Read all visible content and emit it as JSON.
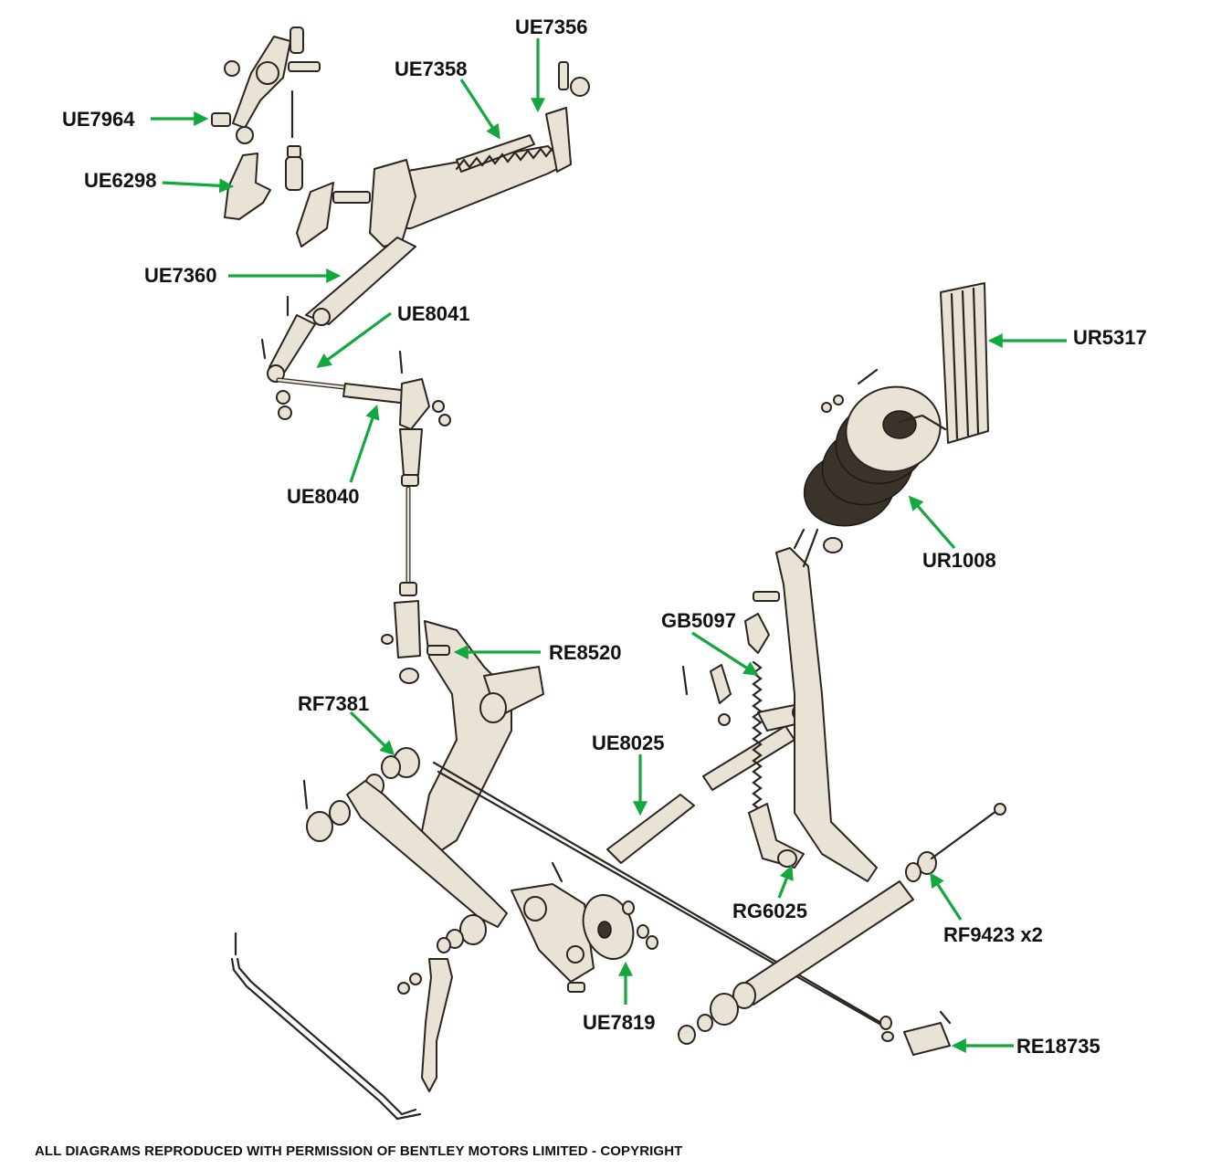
{
  "labels": {
    "ue7964": "UE7964",
    "ue6298": "UE6298",
    "ue7358": "UE7358",
    "ue7356": "UE7356",
    "ue7360": "UE7360",
    "ue8041": "UE8041",
    "ue8040": "UE8040",
    "re8520": "RE8520",
    "rf7381": "RF7381",
    "ue8025": "UE8025",
    "ue7819": "UE7819",
    "gb5097": "GB5097",
    "rg6025": "RG6025",
    "rf9423": "RF9423 x2",
    "re18735": "RE18735",
    "ur1008": "UR1008",
    "ur5317": "UR5317"
  },
  "footer": "ALL DIAGRAMS REPRODUCED WITH PERMISSION OF BENTLEY MOTORS LIMITED - COPYRIGHT",
  "colors": {
    "arrow": "#12a83e",
    "label_text": "#111111",
    "drawing_line": "#2b2520",
    "drawing_fill": "#e9e3d6"
  }
}
